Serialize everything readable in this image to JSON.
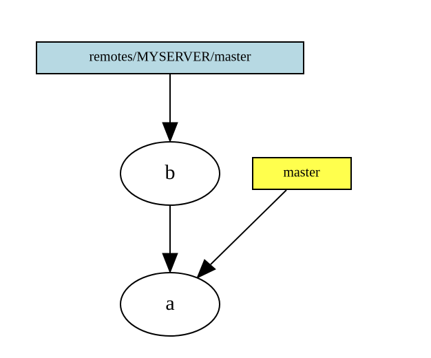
{
  "diagram": {
    "nodes": [
      {
        "id": "remote_master",
        "label": "remotes/MYSERVER/master",
        "shape": "box",
        "fill": "#b7d9e3"
      },
      {
        "id": "commit_b",
        "label": "b",
        "shape": "ellipse",
        "fill": "#ffffff"
      },
      {
        "id": "local_master",
        "label": "master",
        "shape": "box",
        "fill": "#ffff4d"
      },
      {
        "id": "commit_a",
        "label": "a",
        "shape": "ellipse",
        "fill": "#ffffff"
      }
    ],
    "edges": [
      {
        "from": "remote_master",
        "to": "commit_b"
      },
      {
        "from": "commit_b",
        "to": "commit_a"
      },
      {
        "from": "local_master",
        "to": "commit_a"
      }
    ],
    "colors": {
      "stroke": "#000000",
      "background": "#ffffff"
    }
  }
}
